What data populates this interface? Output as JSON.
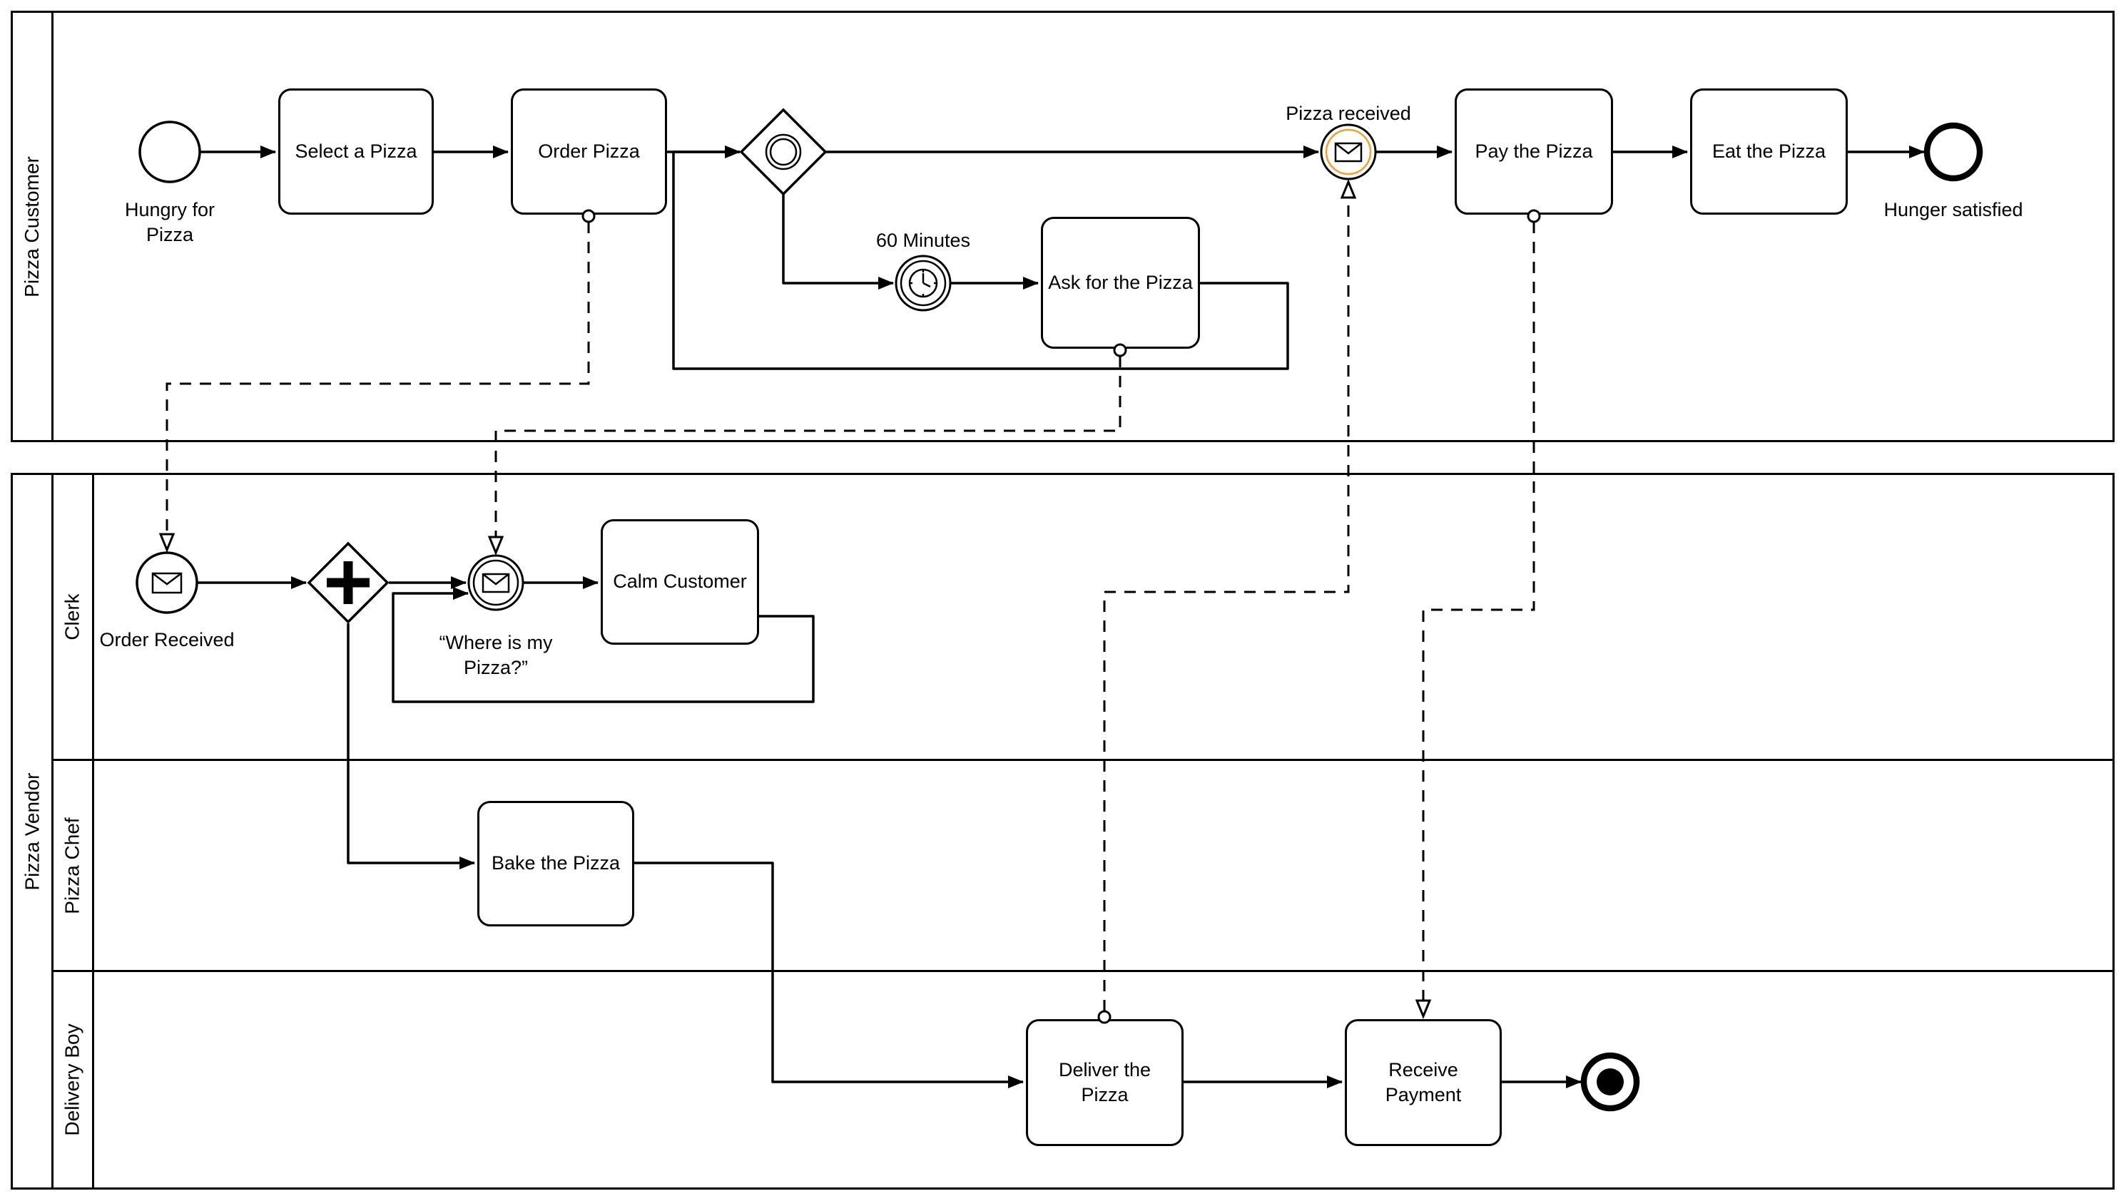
{
  "colors": {
    "accent": "#EFA22F",
    "line": "#000000",
    "background": "#FFFFFF"
  },
  "pools": {
    "customer": {
      "label": "Pizza Customer"
    },
    "vendor": {
      "label": "Pizza Vendor",
      "lanes": {
        "clerk": "Clerk",
        "chef": "Pizza Chef",
        "delivery": "Delivery Boy"
      }
    }
  },
  "tasks": {
    "select": "Select a Pizza",
    "order": "Order Pizza",
    "ask": "Ask for the Pizza",
    "pay": "Pay the Pizza",
    "eat": "Eat the Pizza",
    "calm": "Calm Customer",
    "bake": "Bake the Pizza",
    "deliver": "Deliver the Pizza",
    "receive": "Receive Payment"
  },
  "events": {
    "hungry": "Hungry for Pizza",
    "timer": "60 Minutes",
    "pizza_received": "Pizza received",
    "hunger_satisfied": "Hunger satisfied",
    "order_received": "Order Received",
    "where_is": "“Where is my Pizza?”"
  },
  "icons": {
    "message": "envelope-icon",
    "timer": "clock-icon",
    "parallel_gateway": "plus-icon",
    "event_gateway": "circle-in-diamond-icon"
  }
}
